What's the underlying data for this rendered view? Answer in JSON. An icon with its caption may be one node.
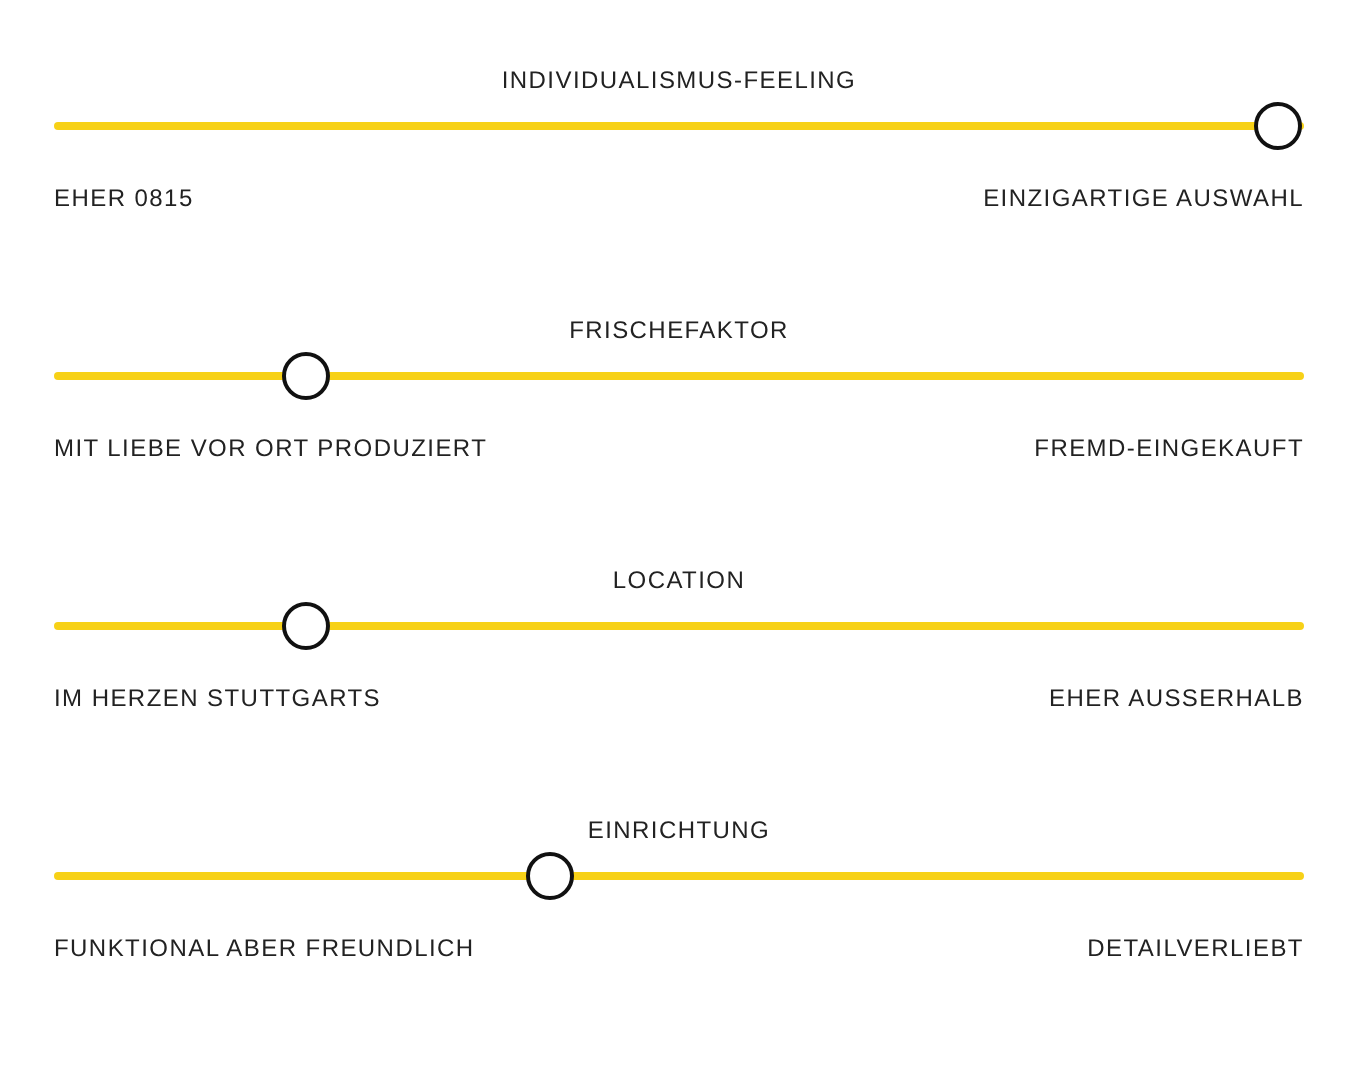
{
  "diagram": {
    "nodes": [
      {
        "text": [
          "INDIVIDUALISMUS-FEELING"
        ],
        "beside": [
          "EHER 0815",
          "EINZIGARTIGE AUSWAHL"
        ]
      },
      {
        "text": [],
        "shape": "circle"
      },
      {
        "text": [
          "FRISCHEFAKTOR"
        ],
        "beside": [
          "MIT LIEBE VOR ORT PRODUZIERT",
          "FREMD-EINGEKAUFT"
        ]
      },
      {
        "text": [],
        "shape": "circle"
      },
      {
        "text": [
          "LOCATION"
        ],
        "beside": [
          "IM HERZEN STUTTGARTS",
          "EHER AUSSERHALB"
        ]
      },
      {
        "text": [],
        "shape": "circle"
      },
      {
        "text": [
          "EINRICHTUNG"
        ],
        "beside": [
          "FUNKTIONAL ABER FREUNDLICH",
          "DETAILVERLIEBT"
        ]
      },
      {
        "text": [],
        "shape": "circle"
      }
    ]
  }
}
